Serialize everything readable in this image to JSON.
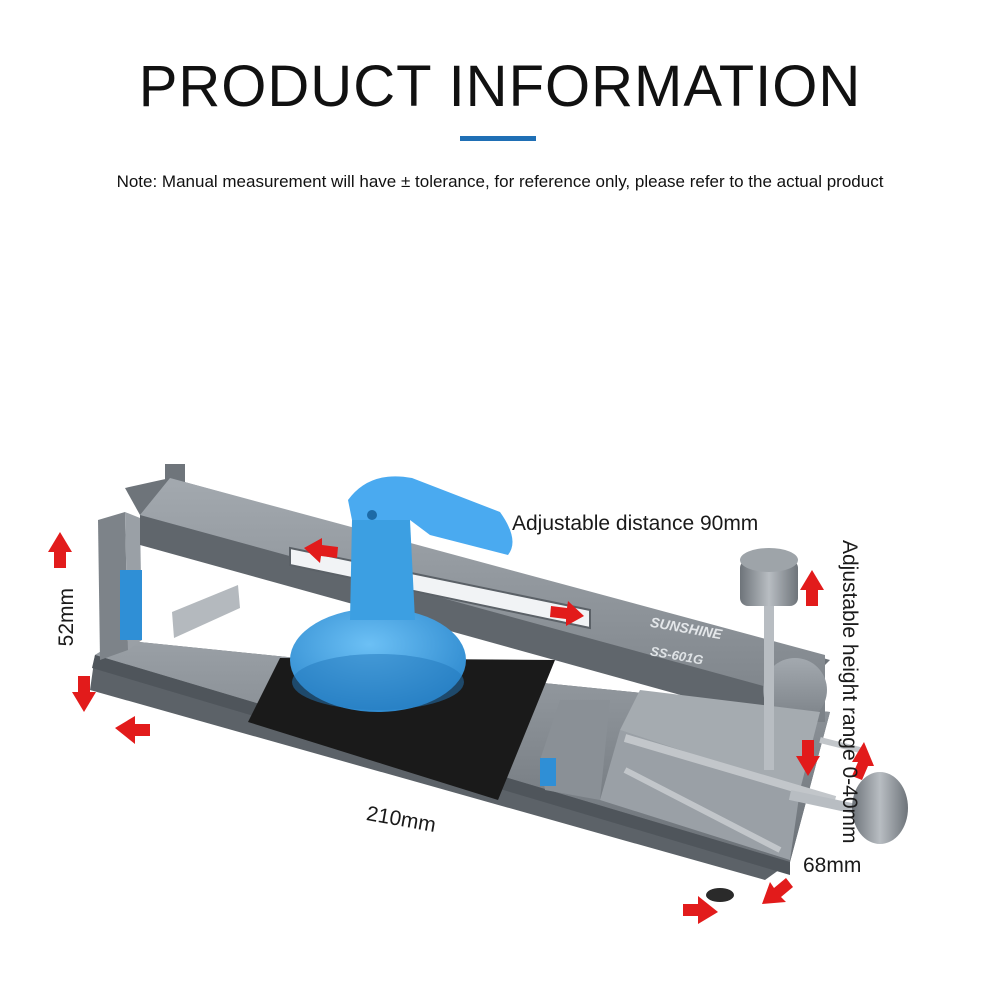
{
  "header": {
    "title": "PRODUCT INFORMATION",
    "note": "Note: Manual measurement will have ± tolerance, for reference only, please refer to the actual product"
  },
  "product": {
    "brand": "SUNSHINE",
    "model": "SS-601G",
    "dimension_labels": {
      "distance": "Adjustable distance 90mm",
      "height": "Adjustable height range 0-40mm",
      "height_mm": "52mm",
      "length_mm": "210mm",
      "width_mm": "68mm"
    }
  },
  "colors": {
    "accent": "#1f6fb5",
    "arrow": "#e21b1b",
    "metal": "#8a9096",
    "suction_cup": "#3a9ee0",
    "pad": "#1a1a1a"
  }
}
